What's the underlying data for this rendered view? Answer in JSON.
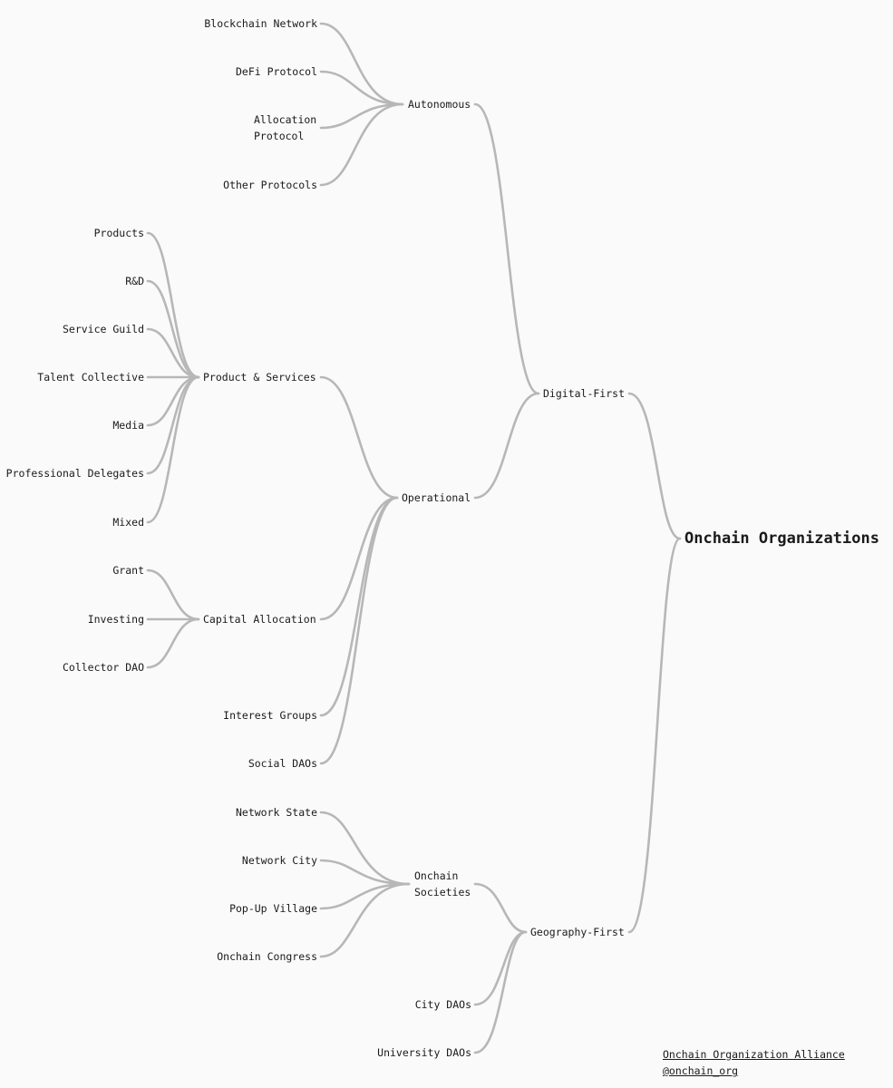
{
  "root": "Onchain Organizations",
  "branches": {
    "digital_first": "Digital-First",
    "geography_first": "Geography-First"
  },
  "groups": {
    "autonomous": "Autonomous",
    "operational": "Operational",
    "onchain_societies": "Onchain Societies"
  },
  "subgroups": {
    "product_services": "Product & Services",
    "capital_allocation": "Capital Allocation"
  },
  "leaves": {
    "blockchain_network": "Blockchain Network",
    "defi_protocol": "DeFi Protocol",
    "allocation_protocol": "Allocation Protocol",
    "other_protocols": "Other Protocols",
    "products": "Products",
    "rnd": "R&D",
    "service_guild": "Service Guild",
    "talent_collective": "Talent Collective",
    "media": "Media",
    "professional_delegates": "Professional Delegates",
    "mixed": "Mixed",
    "grant": "Grant",
    "investing": "Investing",
    "collector_dao": "Collector DAO",
    "interest_groups": "Interest Groups",
    "social_daos": "Social DAOs",
    "network_state": "Network State",
    "network_city": "Network City",
    "pop_up_village": "Pop-Up Village",
    "onchain_congress": "Onchain Congress",
    "city_daos": "City DAOs",
    "university_daos": "University DAOs"
  },
  "credit": {
    "org": "Onchain Organization Alliance",
    "handle": "@onchain_org"
  },
  "colors": {
    "edge": "#b7b7b7",
    "text": "#1a1a1a",
    "background": "#fafafa"
  }
}
